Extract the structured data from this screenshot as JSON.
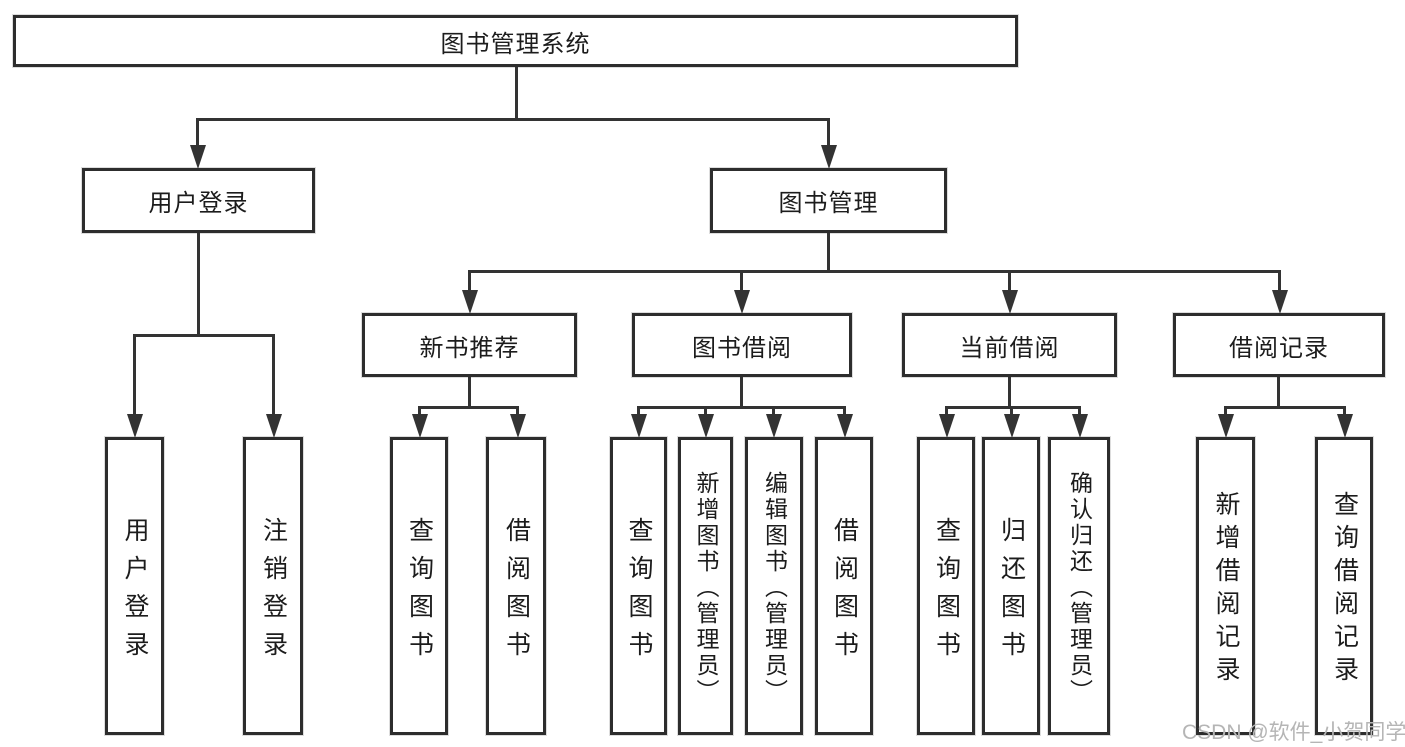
{
  "diagram": {
    "type": "hierarchy-tree",
    "title": "图书管理系统",
    "watermark": "CSDN @软件_小贺同学",
    "colors": {
      "background": "#ffffff",
      "line": "#333333",
      "box_border": "#2d2d2d",
      "text": "#1c1c1c",
      "watermark": "#b5b5b5"
    },
    "root": {
      "label": "图书管理系统",
      "children": [
        {
          "label": "用户登录",
          "children": [
            {
              "label": "用户登录"
            },
            {
              "label": "注销登录"
            }
          ]
        },
        {
          "label": "图书管理",
          "children": [
            {
              "label": "新书推荐",
              "children": [
                {
                  "label": "查询图书"
                },
                {
                  "label": "借阅图书"
                }
              ]
            },
            {
              "label": "图书借阅",
              "children": [
                {
                  "label": "查询图书"
                },
                {
                  "label": "新增图书（管理员）"
                },
                {
                  "label": "编辑图书（管理员）"
                },
                {
                  "label": "借阅图书"
                }
              ]
            },
            {
              "label": "当前借阅",
              "children": [
                {
                  "label": "查询图书"
                },
                {
                  "label": "归还图书"
                },
                {
                  "label": "确认归还（管理员）"
                }
              ]
            },
            {
              "label": "借阅记录",
              "children": [
                {
                  "label": "新增借阅记录"
                },
                {
                  "label": "查询借阅记录"
                }
              ]
            }
          ]
        }
      ]
    }
  }
}
